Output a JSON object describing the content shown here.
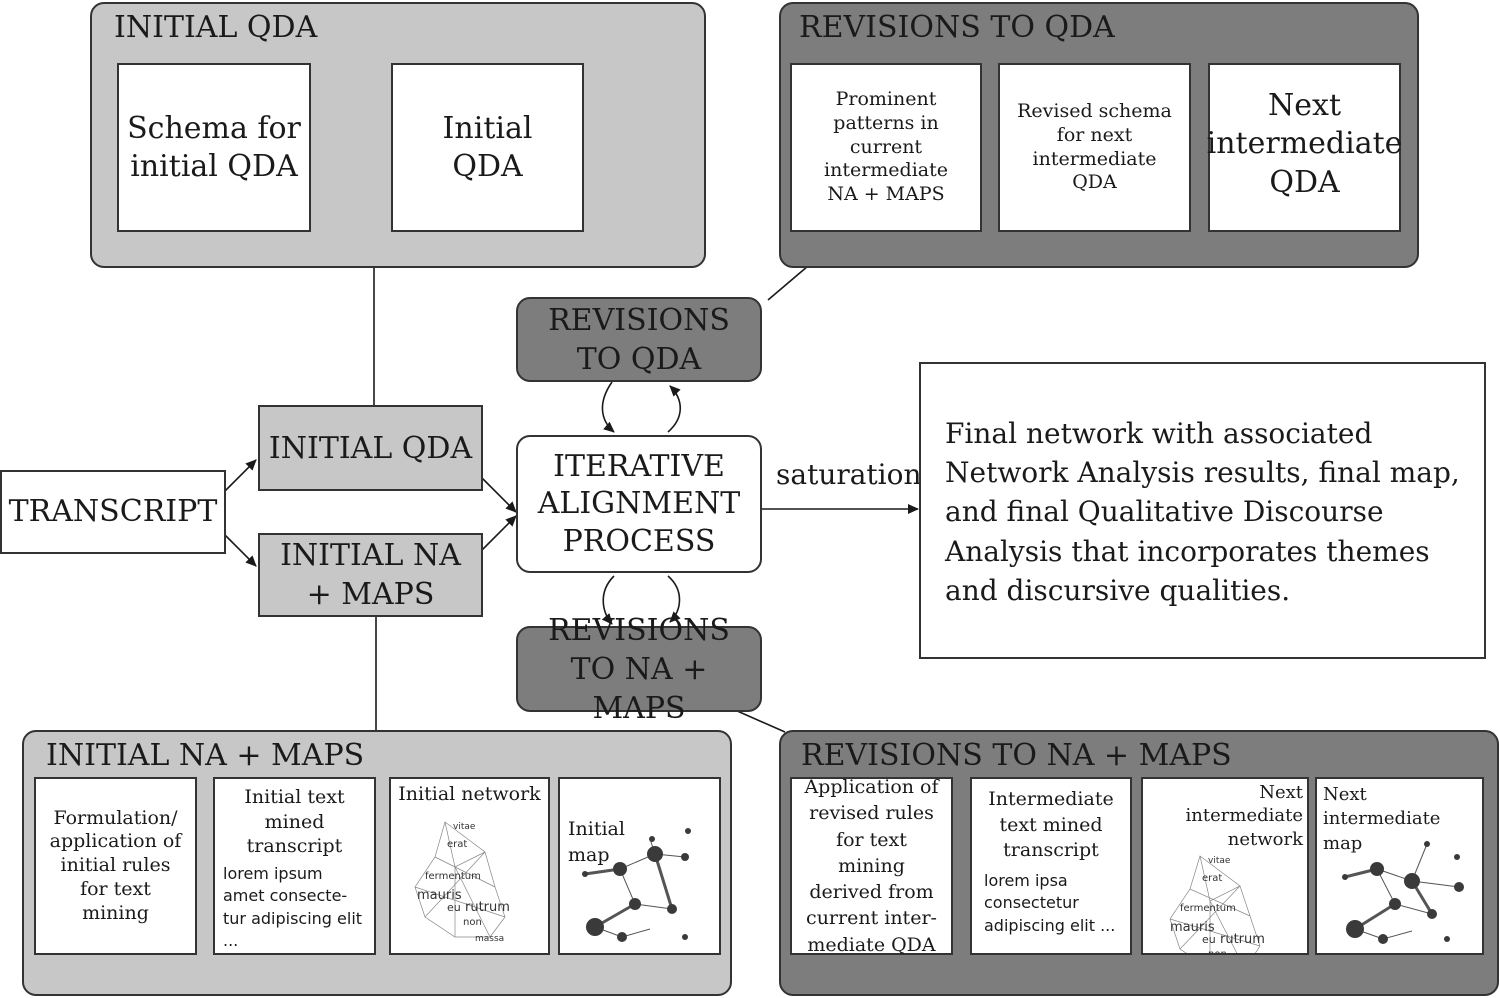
{
  "initial_qda_panel": {
    "title": "INITIAL QDA",
    "box1": "Schema for initial QDA",
    "box2": "Initial QDA"
  },
  "revisions_qda_panel": {
    "title": "REVISIONS TO QDA",
    "box1": "Prominent patterns in current intermediate NA + MAPS",
    "box2": "Revised schema for next intermediate QDA",
    "box3": "Next intermediate QDA"
  },
  "flow": {
    "transcript": "TRANSCRIPT",
    "initial_qda": "INITIAL QDA",
    "initial_na_maps": "INITIAL NA + MAPS",
    "revisions_to_qda": "REVISIONS TO QDA",
    "iterative": "ITERATIVE ALIGNMENT PROCESS",
    "revisions_to_na": "REVISIONS TO NA + MAPS",
    "saturation": "saturation",
    "final": "Final network with associated Network Analysis results, final map, and final Qualitative Discourse Analysis that incorporates themes and discursive qualities."
  },
  "initial_na_panel": {
    "title": "INITIAL NA + MAPS",
    "box1": "Formulation/ application of initial rules for text mining",
    "box2_title": "Initial text mined transcript",
    "box2_body": "lorem ipsum amet consecte-tur adipiscing elit ...",
    "box3_title": "Initial  network",
    "box4_title": "Initial map"
  },
  "revisions_na_panel": {
    "title": "REVISIONS TO NA + MAPS",
    "box1": "Application of revised rules for text mining derived from current inter-mediate QDA",
    "box2_title": "Intermediate text mined transcript",
    "box2_body": "lorem ipsa consectetur adipiscing elit ...",
    "box3_title": "Next intermediate network",
    "box4_title": "Next intermediate map"
  },
  "network_words": {
    "vitae": "vitae",
    "erat": "erat",
    "fermentum": "fermentum",
    "mauris": "mauris",
    "eu": "eu",
    "rutrum": "rutrum",
    "non": "non",
    "massa": "massa"
  },
  "colors": {
    "light_panel": "#c7c7c7",
    "dark_panel": "#7d7d7d",
    "border": "#333333"
  }
}
